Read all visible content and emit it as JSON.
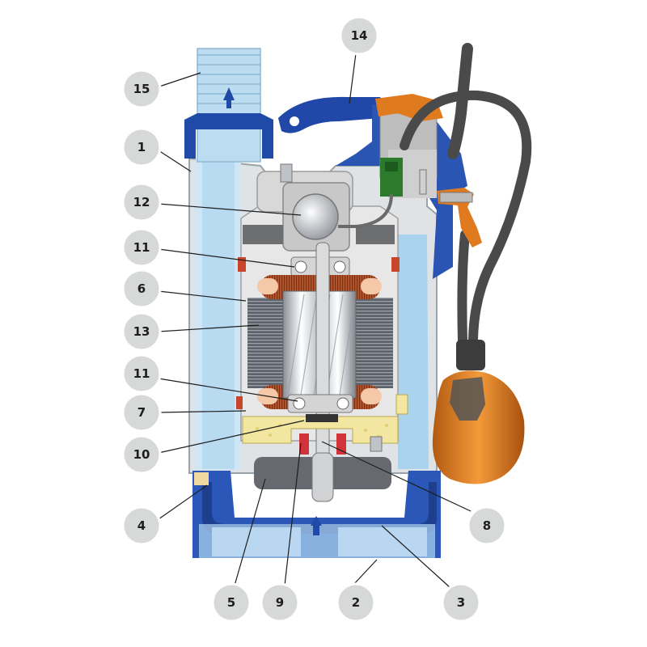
{
  "callouts": [
    {
      "id": "c15",
      "label": "15"
    },
    {
      "id": "c1",
      "label": "1"
    },
    {
      "id": "c12",
      "label": "12"
    },
    {
      "id": "c11a",
      "label": "11"
    },
    {
      "id": "c6",
      "label": "6"
    },
    {
      "id": "c13",
      "label": "13"
    },
    {
      "id": "c11b",
      "label": "11"
    },
    {
      "id": "c7",
      "label": "7"
    },
    {
      "id": "c10",
      "label": "10"
    },
    {
      "id": "c4",
      "label": "4"
    },
    {
      "id": "c5",
      "label": "5"
    },
    {
      "id": "c9",
      "label": "9"
    },
    {
      "id": "c2",
      "label": "2"
    },
    {
      "id": "c3",
      "label": "3"
    },
    {
      "id": "c8",
      "label": "8"
    },
    {
      "id": "c14",
      "label": "14"
    }
  ],
  "colors": {
    "pump_blue": "#1f4aa8",
    "water_light": "#cfe6f6",
    "water_mid": "#9ccbe9",
    "motor_grey": "#d8d8d8",
    "copper": "#b5562c",
    "float_orange": "#e4842b",
    "cable_grey": "#4a4a4a",
    "terminal_green": "#2c7a2c",
    "callout_grey": "#d7d8d8"
  }
}
